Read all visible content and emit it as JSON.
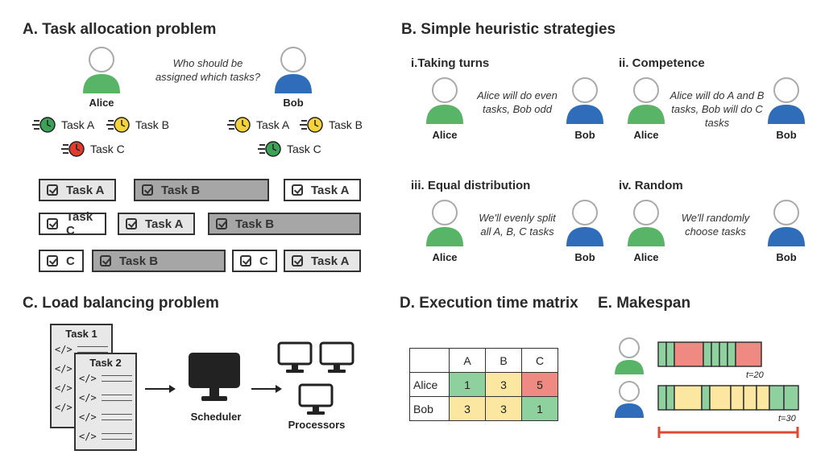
{
  "panelA": {
    "title": "A. Task allocation problem",
    "question": "Who should be assigned which tasks?",
    "alice": "Alice",
    "bob": "Bob",
    "alice_tasks": [
      "Task A",
      "Task B",
      "Task C"
    ],
    "bob_tasks": [
      "Task A",
      "Task B",
      "Task C"
    ],
    "rows": [
      [
        "Task A",
        "Task B",
        "Task A"
      ],
      [
        "Task C",
        "Task A",
        "Task B"
      ],
      [
        "C",
        "Task B",
        "C",
        "Task A"
      ]
    ]
  },
  "panelB": {
    "title": "B.  Simple heuristic strategies",
    "strategies": [
      {
        "title": "i.Taking turns",
        "text": "Alice will do even tasks, Bob odd",
        "left": "Alice",
        "right": "Bob"
      },
      {
        "title": "ii. Competence",
        "text": "Alice will do A and B tasks, Bob will do C tasks",
        "left": "Alice",
        "right": "Bob"
      },
      {
        "title": "iii. Equal distribution",
        "text": "We'll evenly split all A, B, C tasks",
        "left": "Alice",
        "right": "Bob"
      },
      {
        "title": "iv. Random",
        "text": "We'll randomly choose tasks",
        "left": "Alice",
        "right": "Bob"
      }
    ]
  },
  "panelC": {
    "title": "C.  Load balancing problem",
    "task1": "Task 1",
    "task2": "Task 2",
    "code": "</>",
    "scheduler": "Scheduler",
    "processors": "Processors"
  },
  "panelD": {
    "title": "D.  Execution time matrix",
    "columns": [
      "A",
      "B",
      "C"
    ],
    "rows": [
      {
        "name": "Alice",
        "values": [
          "1",
          "3",
          "5"
        ]
      },
      {
        "name": "Bob",
        "values": [
          "3",
          "3",
          "1"
        ]
      }
    ]
  },
  "panelE": {
    "title": "E.  Makespan",
    "t1": "t=20",
    "t2": "t=30"
  },
  "colors": {
    "green": "#8fd19e",
    "yellow": "#fbe7a0",
    "red": "#ee8a82",
    "alice_green": "#58b567",
    "bob_blue": "#2f6dbb",
    "bar_red": "#e04a35"
  }
}
